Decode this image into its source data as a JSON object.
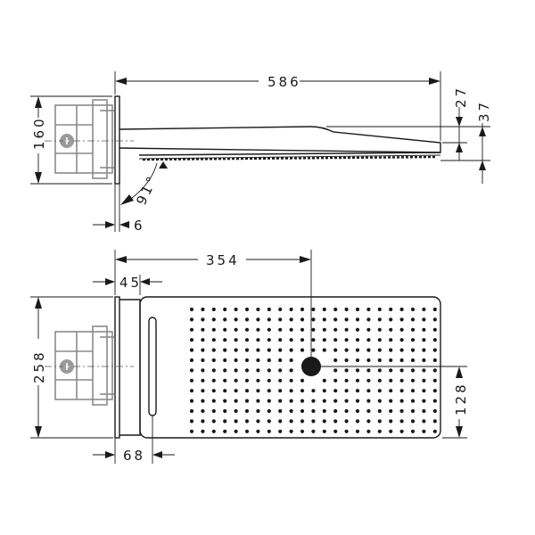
{
  "drawing": {
    "side_view": {
      "length": "586",
      "height": "160",
      "outlet_offset": "27",
      "outlet_depth": "37",
      "angle": "91°",
      "wall_gap": "6"
    },
    "top_view": {
      "outlet_position": "354",
      "plate_offset": "45",
      "width": "258",
      "outlet_height": "128",
      "slot_position": "68"
    }
  }
}
